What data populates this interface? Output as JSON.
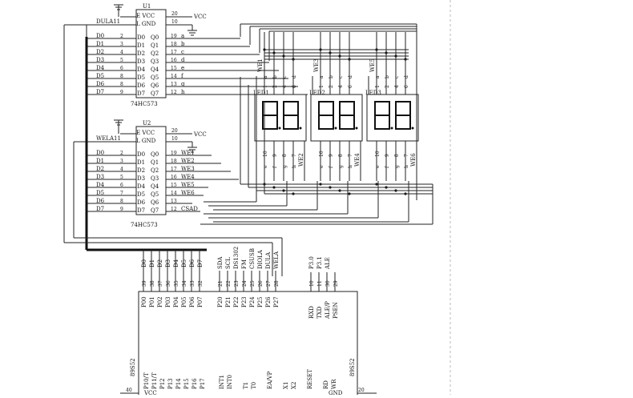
{
  "u1": {
    "ref": "U1",
    "part": "74HC573",
    "pin_e": "E VCC",
    "pin_l": "L GND",
    "pin20": "20",
    "pin10": "10",
    "vcc": "VCC",
    "latch_net": "DULA11",
    "inputs": [
      {
        "net": "D0",
        "pin": "2",
        "name": "D0"
      },
      {
        "net": "D1",
        "pin": "3",
        "name": "D1"
      },
      {
        "net": "D2",
        "pin": "4",
        "name": "D2"
      },
      {
        "net": "D3",
        "pin": "5",
        "name": "D3"
      },
      {
        "net": "D4",
        "pin": "6",
        "name": "D4"
      },
      {
        "net": "D5",
        "pin": "8",
        "name": "D5"
      },
      {
        "net": "D6",
        "pin": "8",
        "name": "D6"
      },
      {
        "net": "D7",
        "pin": "9",
        "name": "D7"
      }
    ],
    "outputs": [
      {
        "name": "Q0",
        "pin": "19",
        "net": "a"
      },
      {
        "name": "Q1",
        "pin": "18",
        "net": "b"
      },
      {
        "name": "Q2",
        "pin": "17",
        "net": "c"
      },
      {
        "name": "Q3",
        "pin": "16",
        "net": "d"
      },
      {
        "name": "Q4",
        "pin": "15",
        "net": "e"
      },
      {
        "name": "Q5",
        "pin": "14",
        "net": "f"
      },
      {
        "name": "Q6",
        "pin": "13",
        "net": "g"
      },
      {
        "name": "Q7",
        "pin": "12",
        "net": "h"
      }
    ]
  },
  "u2": {
    "ref": "U2",
    "part": "74HC573",
    "pin_e": "E VCC",
    "pin_l": "L GND",
    "pin20": "20",
    "pin10": "10",
    "vcc": "VCC",
    "latch_net": "WELA11",
    "inputs": [
      {
        "net": "D0",
        "pin": "2",
        "name": "D0"
      },
      {
        "net": "D1",
        "pin": "3",
        "name": "D1"
      },
      {
        "net": "D2",
        "pin": "4",
        "name": "D2"
      },
      {
        "net": "D3",
        "pin": "5",
        "name": "D3"
      },
      {
        "net": "D4",
        "pin": "6",
        "name": "D4"
      },
      {
        "net": "D5",
        "pin": "7",
        "name": "D5"
      },
      {
        "net": "D6",
        "pin": "8",
        "name": "D6"
      },
      {
        "net": "D7",
        "pin": "9",
        "name": "D7"
      }
    ],
    "outputs": [
      {
        "name": "Q0",
        "pin": "19",
        "net": "WE1"
      },
      {
        "name": "Q1",
        "pin": "18",
        "net": "WE2"
      },
      {
        "name": "Q2",
        "pin": "17",
        "net": "WE3"
      },
      {
        "name": "Q3",
        "pin": "16",
        "net": "WE4"
      },
      {
        "name": "Q4",
        "pin": "15",
        "net": "WE5"
      },
      {
        "name": "Q5",
        "pin": "14",
        "net": "WE6"
      },
      {
        "name": "Q6",
        "pin": "13",
        "net": ""
      },
      {
        "name": "Q7",
        "pin": "12",
        "net": "CSAD"
      }
    ]
  },
  "displays": [
    {
      "ref": "LED1",
      "top_com": "WE1",
      "bottom_com": "WE2",
      "top_pins": [
        "a",
        "b",
        "c",
        "d"
      ],
      "bottom_pins": [
        "e",
        "f",
        "g",
        "h"
      ],
      "top_nums": [
        "1",
        "2",
        "4",
        "6"
      ],
      "bottom_nums": [
        "10",
        "9",
        "8",
        "7"
      ]
    },
    {
      "ref": "LED2",
      "top_com": "WE3",
      "bottom_com": "WE4",
      "top_pins": [
        "a",
        "b",
        "c",
        "d"
      ],
      "bottom_pins": [
        "e",
        "f",
        "g",
        "h"
      ],
      "top_nums": [
        "1",
        "2",
        "4",
        "6"
      ],
      "bottom_nums": [
        "10",
        "9",
        "8",
        "7"
      ]
    },
    {
      "ref": "LED3",
      "top_com": "WE5",
      "bottom_com": "WE6",
      "top_pins": [
        "a",
        "b",
        "c",
        "d"
      ],
      "bottom_pins": [
        "e",
        "f",
        "g",
        "h"
      ],
      "top_nums": [
        "1",
        "2",
        "4",
        "6"
      ],
      "bottom_nums": [
        "10",
        "9",
        "8",
        "7"
      ]
    }
  ],
  "mcu": {
    "part": "89S52",
    "part_right": "89S52",
    "p0": [
      {
        "net": "D0",
        "pin": "39",
        "name": "P00"
      },
      {
        "net": "D1",
        "pin": "38",
        "name": "P01"
      },
      {
        "net": "D2",
        "pin": "37",
        "name": "P02"
      },
      {
        "net": "D3",
        "pin": "36",
        "name": "P03"
      },
      {
        "net": "D4",
        "pin": "35",
        "name": "P04"
      },
      {
        "net": "D5",
        "pin": "34",
        "name": "P05"
      },
      {
        "net": "D6",
        "pin": "33",
        "name": "P06"
      },
      {
        "net": "D7",
        "pin": "32",
        "name": "P07"
      }
    ],
    "p2": [
      {
        "net": "SDA",
        "pin": "21",
        "name": "P20"
      },
      {
        "net": "SCL",
        "pin": "22",
        "name": "P21"
      },
      {
        "net": "DS1302",
        "pin": "23",
        "name": "P22"
      },
      {
        "net": "FM",
        "pin": "24",
        "name": "P23"
      },
      {
        "net": "CSUSB",
        "pin": "25",
        "name": "P24"
      },
      {
        "net": "DIOLA",
        "pin": "26",
        "name": "P25"
      },
      {
        "net": "DULA",
        "pin": "27",
        "name": "P26"
      },
      {
        "net": "WELA",
        "pin": "28",
        "name": "P27"
      }
    ],
    "p3": [
      {
        "net": "P3.0",
        "pin": "10",
        "name": "RXD"
      },
      {
        "net": "P3.1",
        "pin": "11",
        "name": "TXD"
      },
      {
        "net": "ALE",
        "pin": "30",
        "name": "ALE/P"
      },
      {
        "net": "",
        "pin": "29",
        "name": "PSEN"
      }
    ],
    "bottom_left": [
      "P10/T",
      "P11/T",
      "P12",
      "P13",
      "P14",
      "P15",
      "P16",
      "P17"
    ],
    "bottom_mid": [
      "INT1",
      "INT0",
      "",
      "T1",
      "T0",
      "",
      "EA/VP",
      "",
      "X1",
      "X2",
      "",
      "RESET",
      "",
      "RD",
      "WR"
    ],
    "pin40": "40",
    "pin20": "20",
    "vcc_text": "VCC",
    "gnd_text": "GND"
  }
}
